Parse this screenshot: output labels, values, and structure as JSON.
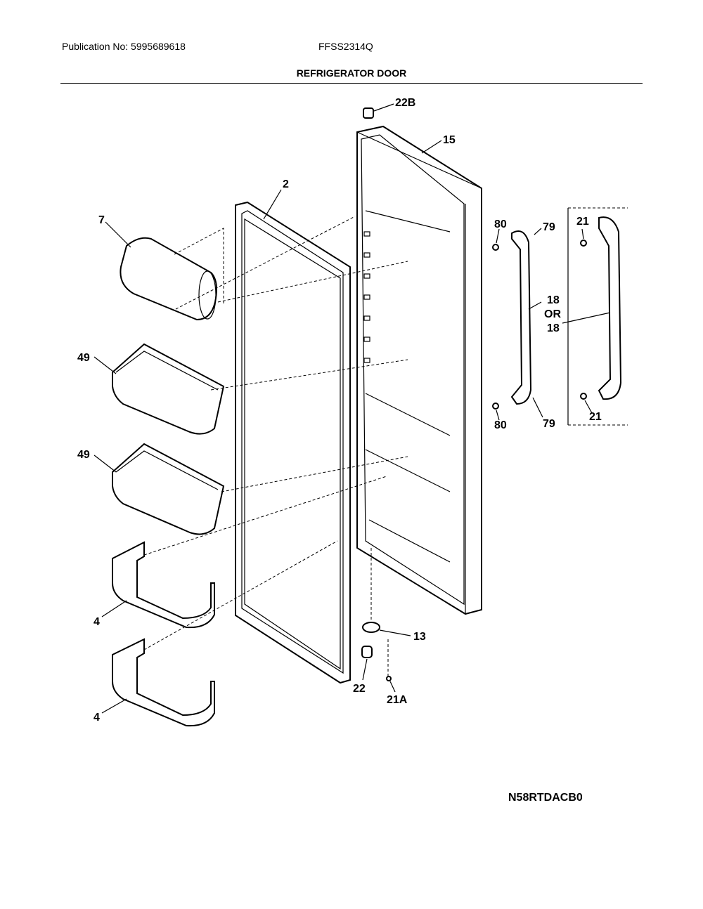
{
  "header": {
    "publication": "Publication No: 5995689618",
    "model": "FFSS2314Q",
    "title": "REFRIGERATOR DOOR"
  },
  "labels": {
    "p22B": "22B",
    "p15": "15",
    "p2": "2",
    "p7": "7",
    "p80_top": "80",
    "p79_top": "79",
    "p21_top": "21",
    "p18_a": "18",
    "p18_or": "OR",
    "p18_b": "18",
    "p49_a": "49",
    "p49_b": "49",
    "p80_bot": "80",
    "p79_bot": "79",
    "p21_bot": "21",
    "p4_a": "4",
    "p4_b": "4",
    "p13": "13",
    "p22": "22",
    "p21A": "21A"
  },
  "footer": {
    "diagram_code": "N58RTDACB0"
  }
}
